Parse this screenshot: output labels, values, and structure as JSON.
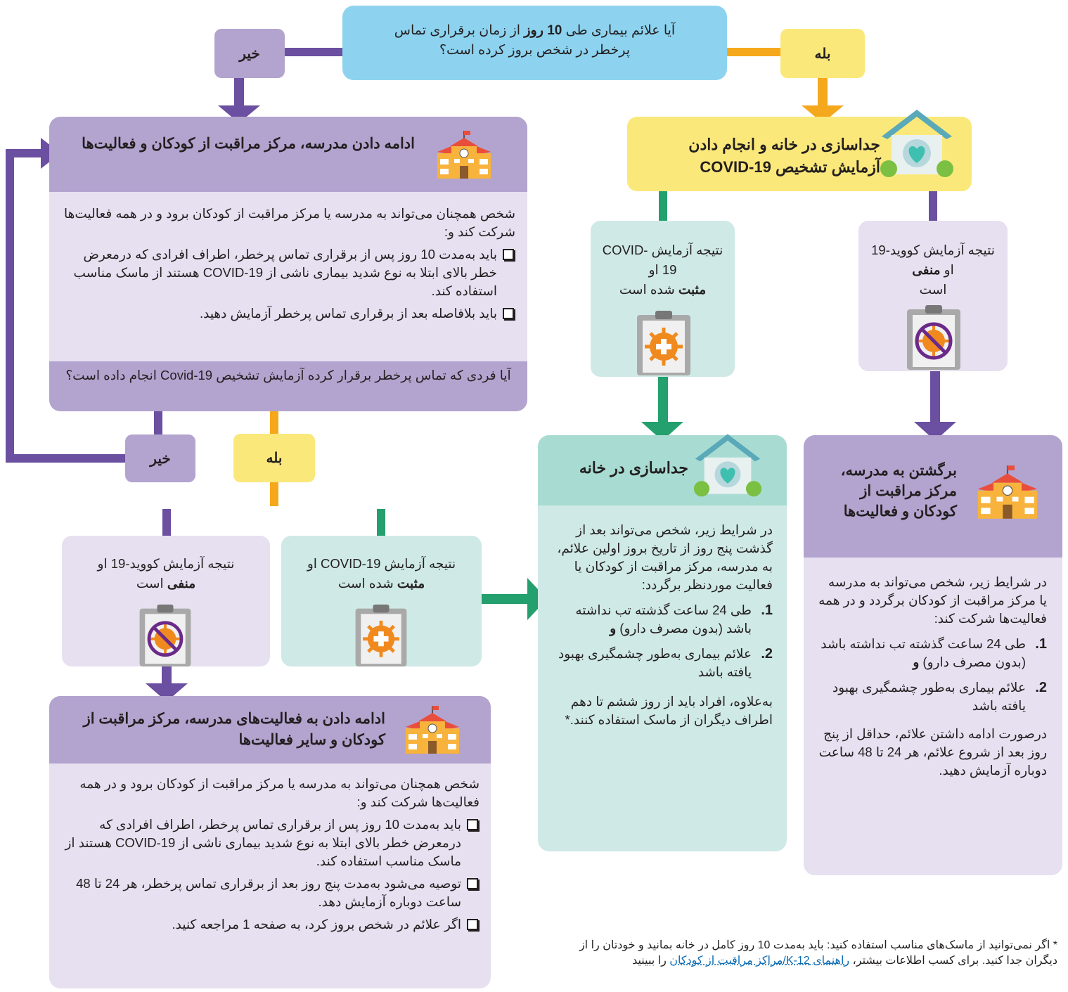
{
  "top_question": {
    "line1_pre": "آیا علائم بیماری طی ",
    "line1_bold": "10 روز",
    "line1_post": " از زمان برقراری تماس",
    "line2": "پرخطر در شخص بروز کرده است؟"
  },
  "labels": {
    "no": "خیر",
    "yes": "بله"
  },
  "continue_box": {
    "title": "ادامه دادن مدرسه، مرکز مراقبت از کودکان و فعالیت‌ها",
    "intro": "شخص همچنان می‌تواند به مدرسه یا مرکز مراقبت از کودکان برود و در همه فعالیت‌ها شرکت کند و:",
    "items": [
      "باید به‌مدت 10 روز پس از برقراری تماس پرخطر، اطراف افرادی که درمعرض خطر بالای ابتلا به نوع شدید بیماری ناشی از COVID-19 هستند از ماسک مناسب استفاده کند.",
      "باید بلافاصله بعد از برقراری تماس پرخطر آزمایش دهید."
    ],
    "question": "آیا فردی که تماس پرخطر برقرار کرده آزمایش تشخیص Covid-19 انجام داده است؟"
  },
  "isolate_test_box": {
    "title": "جداسازی در خانه و انجام دادن آزمایش تشخیص COVID-19"
  },
  "result_positive_top": {
    "pre": "نتیجه آزمایش COVID-19 او",
    "bold": "مثبت",
    "post": " شده است"
  },
  "result_negative_top": {
    "pre": "نتیجه آزمایش کووید-19 او ",
    "bold": "منفی",
    "post": " است"
  },
  "isolate_home": {
    "title": "جداسازی در خانه",
    "intro": "در شرایط زیر، شخص می‌تواند بعد از گذشت پنج روز از تاریخ بروز اولین علائم، به مدرسه، مرکز مراقبت از کودکان یا فعالیت موردنظر برگردد:",
    "items": [
      {
        "num": "1.",
        "text": "طی 24 ساعت گذشته تب نداشته باشد (بدون مصرف دارو) ",
        "bold": "و"
      },
      {
        "num": "2.",
        "text": "علائم بیماری به‌طور چشمگیری بهبود یافته باشد",
        "bold": ""
      }
    ],
    "extra": "به‌علاوه، افراد باید از روز ششم تا دهم اطراف دیگران از ماسک استفاده کنند.*"
  },
  "return_box": {
    "title": "برگشتن به مدرسه، مرکز مراقبت از کودکان و فعالیت‌ها",
    "intro": "در شرایط زیر، شخص می‌تواند به مدرسه یا مرکز مراقبت از کودکان برگردد و در همه فعالیت‌ها شرکت کند:",
    "items": [
      {
        "num": "1.",
        "text": "طی 24 ساعت گذشته تب نداشته باشد (بدون مصرف دارو) ",
        "bold": "و"
      },
      {
        "num": "2.",
        "text": "علائم بیماری به‌طور چشمگیری بهبود یافته باشد",
        "bold": ""
      }
    ],
    "extra": "درصورت ادامه داشتن علائم، حداقل از پنج روز بعد از شروع علائم، هر 24 تا 48 ساعت دوباره آزمایش دهید."
  },
  "result_negative_bottom": {
    "pre": "نتیجه آزمایش کووید-19 او ",
    "bold": "منفی",
    "post": " است"
  },
  "result_positive_bottom": {
    "pre": "نتیجه آزمایش COVID-19 او ",
    "bold": "مثبت",
    "post": " شده است"
  },
  "continue_box2": {
    "title": "ادامه دادن به فعالیت‌های مدرسه، مرکز مراقبت از کودکان و سایر فعالیت‌ها",
    "intro": "شخص همچنان می‌تواند به مدرسه یا مرکز مراقبت از کودکان برود و در همه فعالیت‌ها شرکت کند و:",
    "items": [
      "باید به‌مدت 10 روز پس از برقراری تماس پرخطر، اطراف افرادی که درمعرض خطر بالای ابتلا به نوع شدید بیماری ناشی از COVID-19 هستند از ماسک مناسب استفاده کند.",
      "توصیه می‌شود به‌مدت پنج روز بعد از برقراری تماس پرخطر، هر 24 تا 48 ساعت دوباره آزمایش دهد.",
      "اگر علائم در شخص بروز کرد، به صفحه 1 مراجعه کنید."
    ]
  },
  "footnote": {
    "text": "* اگر نمی‌توانید از ماسک‌های مناسب استفاده کنید: باید به‌مدت 10 روز کامل در خانه بمانید و خودتان را از دیگران جدا کنید. برای کسب اطلاعات بیشتر، ",
    "link": "راهنمای K-12/مراکز مراقبت از کودکان",
    "tail": " را ببینید"
  },
  "colors": {
    "purple": "#6b4fa0",
    "purple_light": "#b3a4cf",
    "purple_pale": "#e6e0f0",
    "yellow": "#fbe87a",
    "orange": "#f6a81c",
    "green": "#23a06d",
    "teal_light": "#cfe9e6",
    "teal_head": "#a8dcd3",
    "blue": "#8dd3f0"
  },
  "icons": [
    "school-icon",
    "house-heart-icon",
    "positive-test-icon",
    "negative-test-icon"
  ]
}
